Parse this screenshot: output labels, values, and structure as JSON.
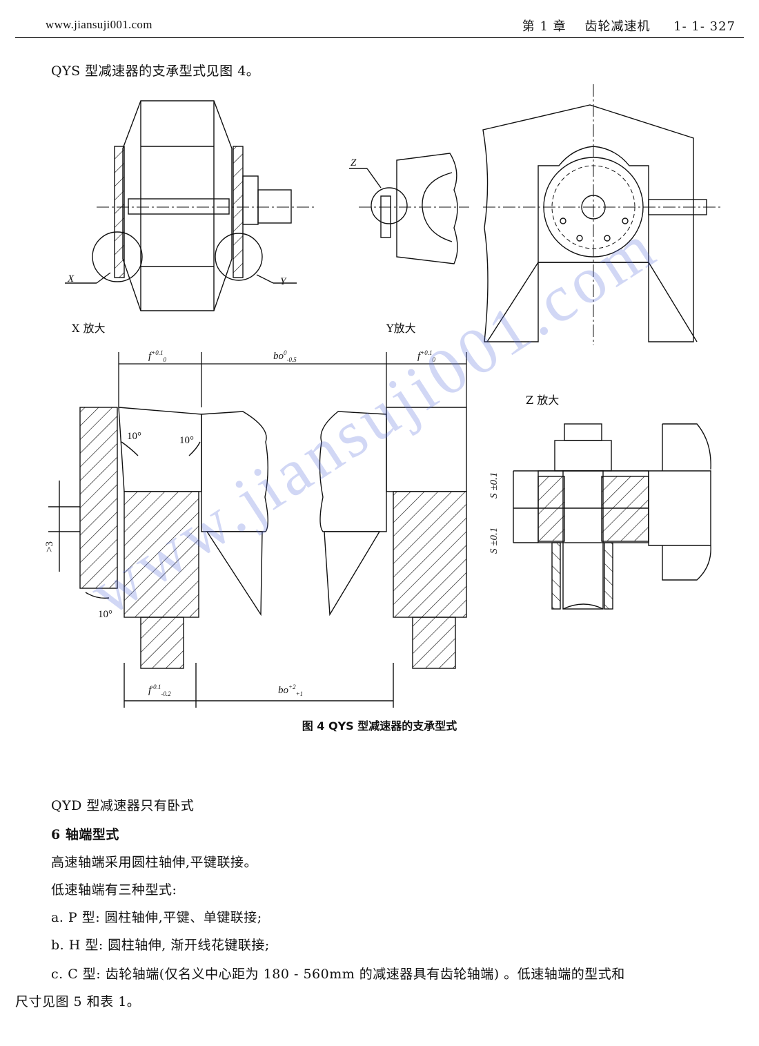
{
  "header": {
    "site": "www.jiansuji001.com",
    "chapter": "第 1 章    齿轮减速机     1- 1- 327"
  },
  "intro": "QYS 型减速器的支承型式见图 4。",
  "figure": {
    "labels": {
      "x_callout": "X",
      "y_callout": "Y",
      "z_callout": "Z",
      "x_zoom": "X 放大",
      "y_zoom": "Y放大",
      "z_zoom": "Z 放大"
    },
    "dims": {
      "f_top_left": "f",
      "f_top_left_tol": "+0.1",
      "f_top_left_low": "0",
      "bo_top": "bo",
      "bo_top_tol": "0",
      "bo_top_low": "-0.5",
      "f_top_right": "f",
      "f_top_right_tol": "+0.1",
      "f_top_right_low": "0",
      "f_bottom": "f",
      "f_bottom_tol": "-0.1",
      "f_bottom_low": "-0.2",
      "bo_bottom": "bo",
      "bo_bottom_tol": "+2",
      "bo_bottom_low": "+1",
      "gt3": ">3",
      "s1": "S ±0.1",
      "s2": "S ±0.1"
    },
    "angles": {
      "a1": "10°",
      "a2": "10°",
      "a3": "10°"
    },
    "caption": "图 4   QYS 型减速器的支承型式",
    "watermark": "www.jiansuji001.com"
  },
  "body": {
    "l1": "QYD 型减速器只有卧式",
    "l2": "6   轴端型式",
    "l3": "高速轴端采用圆柱轴伸,平键联接。",
    "l4": "低速轴端有三种型式:",
    "l5": "a. P 型: 圆柱轴伸,平键、单键联接;",
    "l6": "b. H 型: 圆柱轴伸, 渐开线花键联接;",
    "l7a": "c. C 型: 齿轮轴端(仅名义中心距为 180 - 560mm 的减速器具有齿轮轴端) 。低速轴端的型式和",
    "l7b": "尺寸见图 5 和表 1。"
  }
}
